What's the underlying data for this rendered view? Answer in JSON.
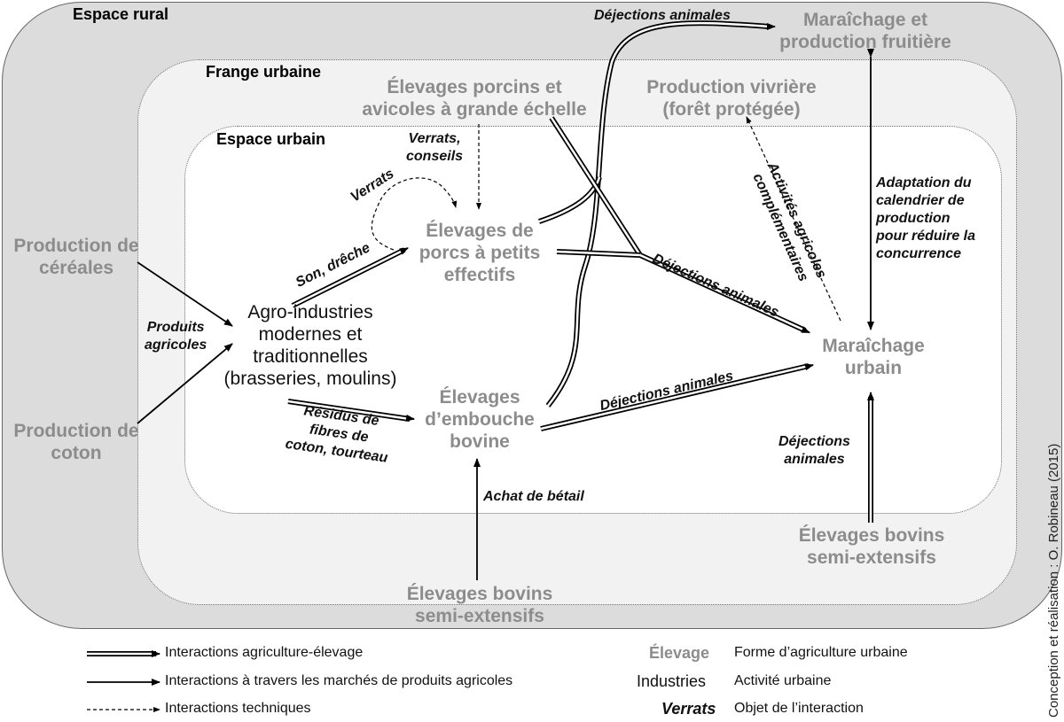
{
  "zones": {
    "rural": "Espace rural",
    "frange": "Frange urbaine",
    "urbain": "Espace urbain"
  },
  "nodes": {
    "maraichage_fruitiere": [
      "Maraîchage et",
      "production fruitière"
    ],
    "elevages_porcins": [
      "Élevages porcins et",
      "avicoles à grande échelle"
    ],
    "production_vivriere": [
      "Production vivrière",
      "(forêt protégée)"
    ],
    "production_cereales": [
      "Production de",
      "céréales"
    ],
    "production_coton": [
      "Production de",
      "coton"
    ],
    "agro_industries": [
      "Agro-industries",
      "modernes et",
      "traditionnelles",
      "(brasseries, moulins)"
    ],
    "elevages_petits": [
      "Élevages de",
      "porcs à petits",
      "effectifs"
    ],
    "elevages_embouche": [
      "Élevages",
      "d’embouche",
      "bovine"
    ],
    "maraichage_urbain": [
      "Maraîchage",
      "urbain"
    ],
    "bovins_frange": [
      "Élevages bovins",
      "semi-extensifs"
    ],
    "bovins_rural": [
      "Élevages bovins",
      "semi-extensifs"
    ]
  },
  "edge_labels": {
    "dejections_top": "Déjections animales",
    "verrats_conseils": [
      "Verrats,",
      "conseils"
    ],
    "verrats": "Verrats",
    "son_dreche": "Son, drêche",
    "produits_agricoles": [
      "Produits",
      "agricoles"
    ],
    "residus": [
      "Résidus de",
      "fibres de",
      "coton, tourteau"
    ],
    "achat_betail": "Achat de bétail",
    "dejections_diag": "Déjections animales",
    "dejections_embouche": "Déjections animales",
    "activites": [
      "Activités agricoles",
      "complémentaires"
    ],
    "adaptation": [
      "Adaptation du",
      "calendrier de",
      "production",
      "pour réduire la",
      "concurrence"
    ],
    "dejections_bovins": [
      "Déjections",
      "animales"
    ]
  },
  "legend": {
    "double": "Interactions agriculture-élevage",
    "solid": "Interactions à travers les marchés de produits agricoles",
    "dashed": "Interactions techniques",
    "key_elevage": "Élevage",
    "desc_elevage": "Forme d’agriculture urbaine",
    "key_industries": "Industries",
    "desc_industries": "Activité urbaine",
    "key_verrats": "Verrats",
    "desc_verrats": "Objet de l’interaction"
  },
  "credit": "Conception et réalisation : O. Robineau (2015)",
  "colors": {
    "rural_fill": "#dcdcdc",
    "frange_fill": "#f2f2f2",
    "urbain_fill": "#ffffff",
    "livestock_text": "#8c8c8c"
  }
}
